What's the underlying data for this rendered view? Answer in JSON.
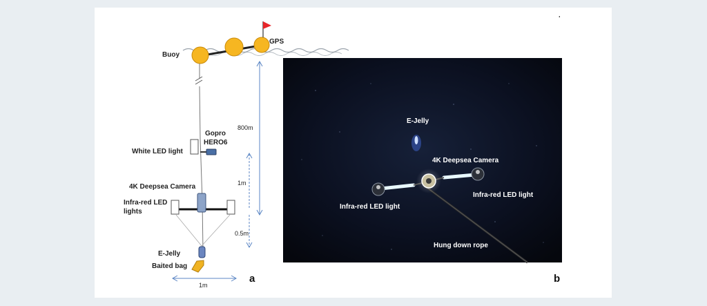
{
  "panel_a": {
    "letter": "a",
    "labels": {
      "buoy": "Buoy",
      "gps": "GPS",
      "gopro_line1": "Gopro",
      "gopro_line2": "HERO6",
      "white_led": "White LED light",
      "camera": "4K Deepsea Camera",
      "ir_line1": "Infra-red LED",
      "ir_line2": "lights",
      "ejelly": "E-Jelly",
      "baited_bag": "Baited bag"
    },
    "dimensions": {
      "depth": "800m",
      "gap_1": "1m",
      "gap_2": "0.5m",
      "width": "1m"
    },
    "colors": {
      "buoy": "#f6b621",
      "flag": "#e8262a",
      "camera": "#8da4c8",
      "bag": "#f0b323",
      "dim_line": "#5b86c4"
    }
  },
  "panel_b": {
    "letter": "b",
    "labels": {
      "ejelly": "E-Jelly",
      "camera": "4K Deepsea Camera",
      "ir_left": "Infra-red LED light",
      "ir_right": "Infra-red LED light",
      "rope": "Hung down rope"
    }
  },
  "corner_mark": "·"
}
